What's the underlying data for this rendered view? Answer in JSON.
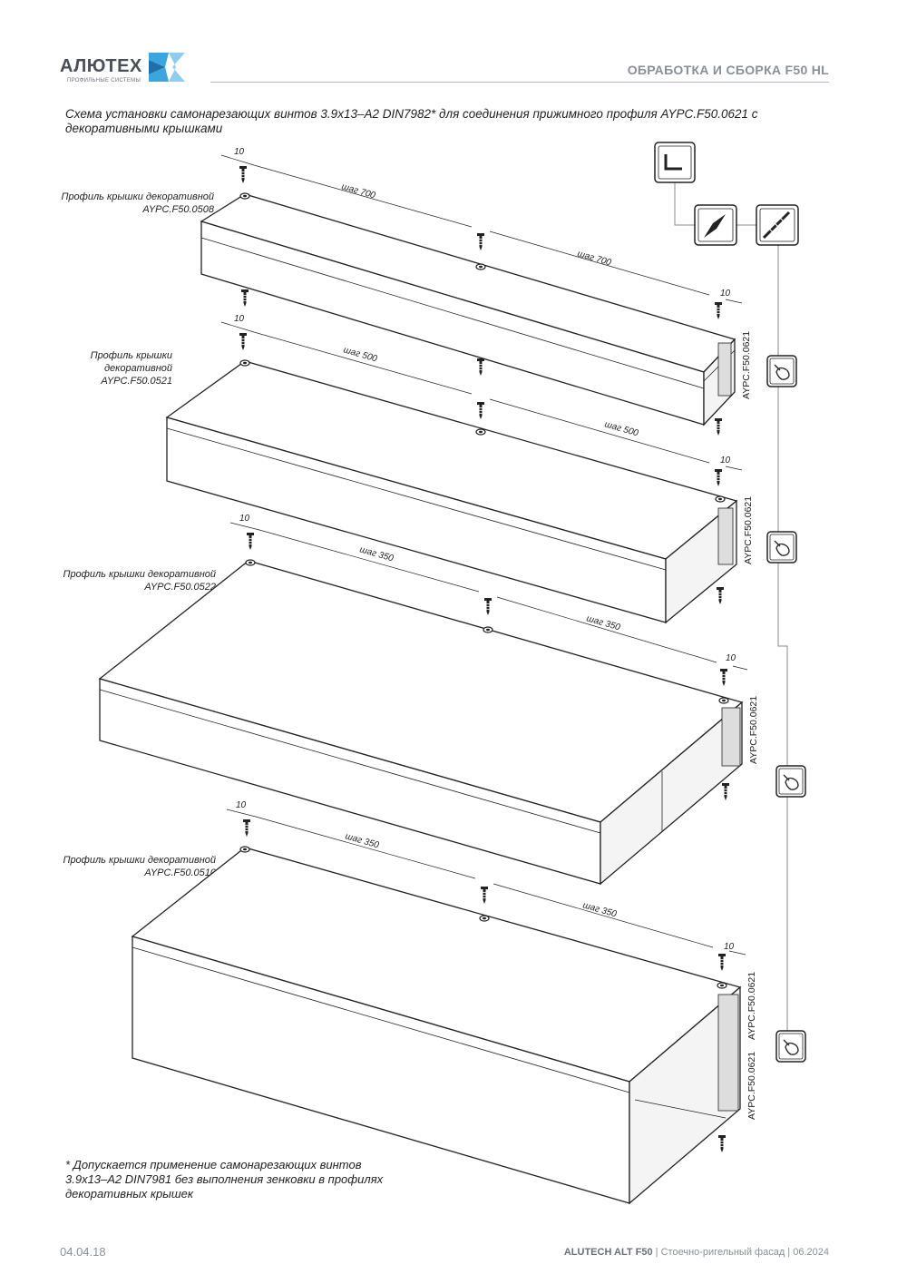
{
  "brand": {
    "name": "АЛЮТЕХ",
    "tagline": "ПРОФИЛЬНЫЕ СИСТЕМЫ",
    "accent": "#3aa6dd"
  },
  "header": {
    "title": "ОБРАБОТКА И СБОРКА F50 HL"
  },
  "caption": "Схема установки самонарезающих винтов 3.9x13–A2 DIN7982* для соединения прижимного профиля AYPC.F50.0621 с декоративными крышками",
  "profiles": [
    {
      "label": "Профиль крышки декоративной AYPC.F50.0508",
      "pitch": "шаг 700",
      "edge": "10"
    },
    {
      "label": "Профиль крышки декоративной AYPC.F50.0521",
      "pitch": "шаг 500",
      "edge": "10"
    },
    {
      "label": "Профиль крышки декоративной AYPC.F50.0522",
      "pitch": "шаг 350",
      "edge": "10"
    },
    {
      "label": "Профиль крышки декоративной AYPC.F50.0510",
      "pitch": "шаг 350",
      "edge": "10"
    }
  ],
  "pressure_profile": "AYPC.F50.0621",
  "tools": {
    "icons": [
      "hex-key-icon",
      "countersink-icon",
      "drill-icon",
      "hand-press-icon"
    ]
  },
  "footnote": "* Допускается применение самонарезающих винтов 3.9x13–A2 DIN7981 без выполнения зенковки в профилях декоративных крышек",
  "footer": {
    "date": "04.04.18",
    "product": "ALUTECH ALT F50",
    "sep1": " | ",
    "description": "Стоечно-ригельный фасад",
    "sep2": " | ",
    "edition": "06.2024"
  }
}
